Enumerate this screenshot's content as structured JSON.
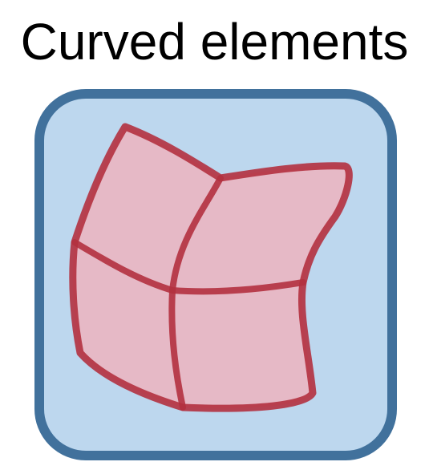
{
  "title": "Curved elements",
  "colors": {
    "frame_fill": "#bdd7ee",
    "frame_stroke": "#41719c",
    "mesh_fill": "#e6b9c6",
    "mesh_stroke": "#b3313f"
  },
  "mesh": {
    "rows": 2,
    "columns": 2,
    "element_count": 4
  }
}
